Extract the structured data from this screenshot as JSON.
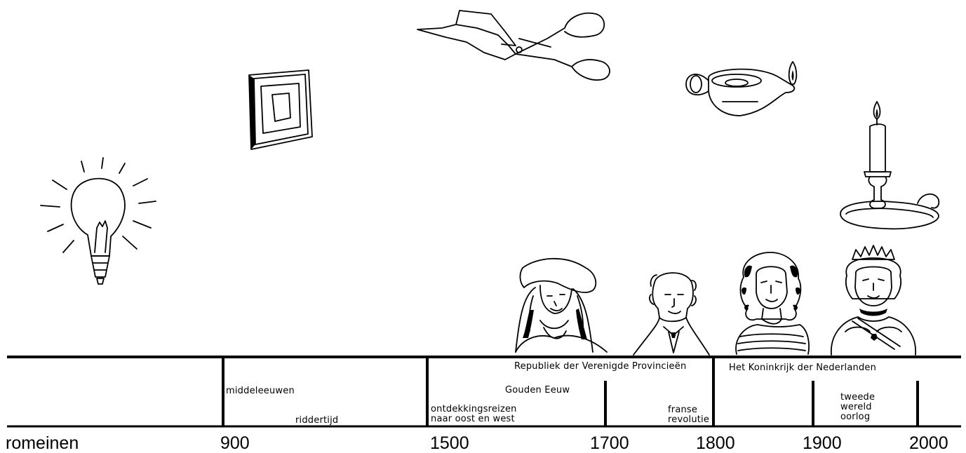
{
  "timeline": {
    "years": [
      "romeinen",
      "900",
      "1500",
      "1700",
      "1800",
      "1900",
      "2000"
    ],
    "periods": {
      "republiek": "Republiek der Verenigde Provincieën",
      "koninkrijk": "Het Koninkrijk der Nederlanden",
      "middeleeuwen": "middeleeuwen",
      "riddertijd": "riddertijd",
      "gouden_eeuw": "Gouden Eeuw",
      "ontdekkingsreizen_1": "ontdekkingsreizen",
      "ontdekkingsreizen_2": "naar oost en west",
      "franse_revolutie_1": "franse",
      "franse_revolutie_2": "revolutie",
      "tweede_wereldoorlog_1": "tweede",
      "tweede_wereldoorlog_2": "wereld",
      "tweede_wereldoorlog_3": "oorlog"
    }
  },
  "illustrations": [
    "light-bulb",
    "light-switch",
    "candle-snuffer",
    "oil-lamp",
    "candle-holder",
    "man-with-hat-and-wig",
    "man-in-wig",
    "lady-with-curls",
    "queen-with-tiara"
  ]
}
